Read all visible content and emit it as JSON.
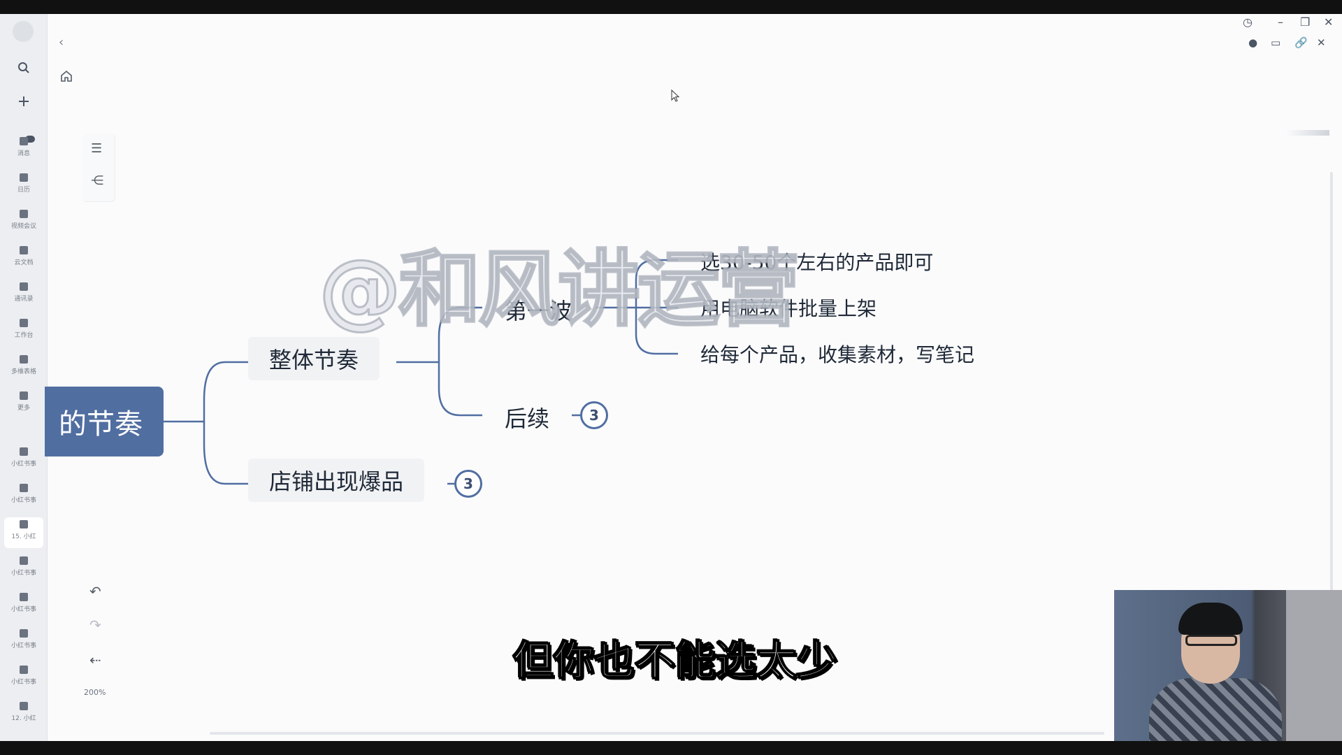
{
  "sidebar": {
    "items": [
      {
        "label": "消息",
        "icon": "message-icon"
      },
      {
        "label": "日历",
        "icon": "calendar-icon"
      },
      {
        "label": "视频会议",
        "icon": "video-icon"
      },
      {
        "label": "云文档",
        "icon": "doc-icon"
      },
      {
        "label": "通讯录",
        "icon": "contacts-icon"
      },
      {
        "label": "工作台",
        "icon": "workbench-icon"
      },
      {
        "label": "多维表格",
        "icon": "table-icon"
      },
      {
        "label": "更多",
        "icon": "more-icon"
      },
      {
        "label": "小红书事",
        "icon": "doc-icon"
      },
      {
        "label": "小红书事",
        "icon": "shape-icon"
      },
      {
        "label": "15. 小红",
        "icon": "doc-icon"
      },
      {
        "label": "小红书事",
        "icon": "shape-icon"
      },
      {
        "label": "小红书事",
        "icon": "doc-icon"
      },
      {
        "label": "小红书事",
        "icon": "doc-icon"
      },
      {
        "label": "小红书事",
        "icon": "shape-icon"
      },
      {
        "label": "12. 小红",
        "icon": "doc-icon"
      }
    ]
  },
  "toolbar": {
    "zoom": "200%"
  },
  "mindmap": {
    "root": "的节奏",
    "branch1": "整体节奏",
    "branch1_child1": "第一波",
    "branch1_child1_leaves": [
      "选30-50个左右的产品即可",
      "用电脑软件批量上架",
      "给每个产品，收集素材，写笔记"
    ],
    "branch1_child2": "后续",
    "branch1_child2_count": "3",
    "branch2": "店铺出现爆品",
    "branch2_count": "3"
  },
  "overlay": {
    "watermark": "@和风讲运营",
    "subtitle": "但你也不能选太少"
  },
  "colors": {
    "accent": "#516ea1",
    "line": "#516ea1"
  }
}
